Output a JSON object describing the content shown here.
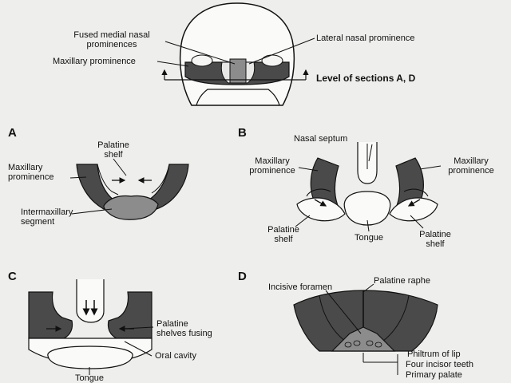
{
  "top": {
    "fused_medial_line1": "Fused medial nasal",
    "fused_medial_line2": "prominences",
    "maxillary": "Maxillary prominence",
    "lateral_nasal": "Lateral nasal prominence",
    "level_sections": "Level of sections A, D"
  },
  "panel_a": {
    "letter": "A",
    "palatine_line1": "Palatine",
    "palatine_line2": "shelf",
    "maxillary_line1": "Maxillary",
    "maxillary_line2": "prominence",
    "intermax_line1": "Intermaxillary",
    "intermax_line2": "segment"
  },
  "panel_b": {
    "letter": "B",
    "nasal_septum": "Nasal septum",
    "max_left_line1": "Maxillary",
    "max_left_line2": "prominence",
    "max_right_line1": "Maxillary",
    "max_right_line2": "prominence",
    "pal_left_line1": "Palatine",
    "pal_left_line2": "shelf",
    "tongue": "Tongue",
    "pal_right_line1": "Palatine",
    "pal_right_line2": "shelf"
  },
  "panel_c": {
    "letter": "C",
    "fusing_line1": "Palatine",
    "fusing_line2": "shelves fusing",
    "oral_cavity": "Oral cavity",
    "tongue": "Tongue"
  },
  "panel_d": {
    "letter": "D",
    "incisive": "Incisive foramen",
    "raphe": "Palatine raphe",
    "philtrum": "Philtrum of lip",
    "incisor": "Four incisor teeth",
    "primary": "Primary palate"
  }
}
